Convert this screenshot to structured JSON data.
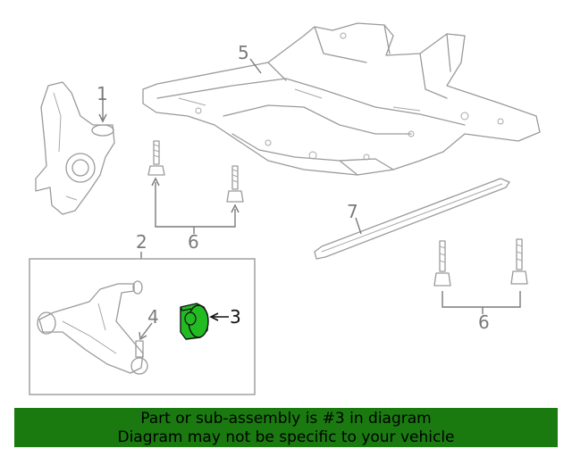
{
  "callouts": {
    "c1": "1",
    "c2": "2",
    "c3": "3",
    "c4": "4",
    "c5": "5",
    "c6a": "6",
    "c6b": "6",
    "c7": "7"
  },
  "banner": {
    "line1": "Part or sub-assembly is #3 in diagram",
    "line2": "Diagram may not be specific to your vehicle"
  },
  "colors": {
    "banner_bg": "#1a7a10",
    "highlight_part": "#22bb22",
    "line_art": "#9a9a9a"
  }
}
